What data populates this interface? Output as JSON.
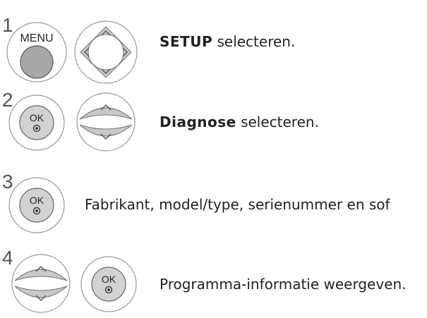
{
  "steps": [
    {
      "number": "1",
      "buttons": [
        "menu-button",
        "dpad-button"
      ],
      "menu_label": "MENU",
      "bold": "SETUP",
      "rest": " selecteren."
    },
    {
      "number": "2",
      "buttons": [
        "ok-button",
        "up-down-rocker"
      ],
      "ok_label": "OK",
      "bold": "Diagnose",
      "rest": " selecteren."
    },
    {
      "number": "3",
      "buttons": [
        "ok-button"
      ],
      "ok_label": "OK",
      "text": "Fabrikant, model/type, serienummer en sof"
    },
    {
      "number": "4",
      "buttons": [
        "up-down-rocker",
        "ok-button"
      ],
      "ok_label": "OK",
      "text": "Programma-informatie weergeven."
    }
  ]
}
